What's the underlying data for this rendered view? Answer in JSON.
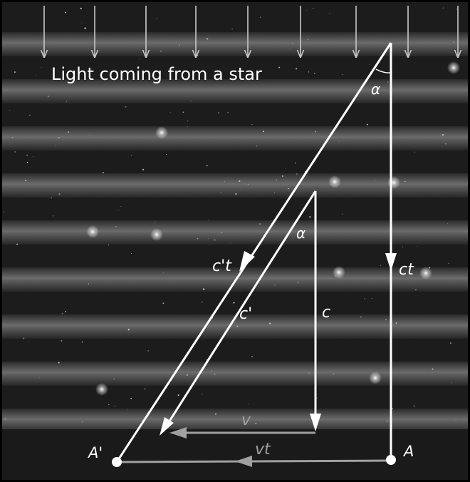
{
  "caption": "Light coming from a star",
  "labels": {
    "alpha_top": "α",
    "alpha_inner": "α",
    "ct": "ct",
    "c_prime_t": "c't",
    "c_prime": "c'",
    "c": "c",
    "v": "v",
    "vt": "vt",
    "A": "A",
    "A_prime": "A'"
  },
  "colors": {
    "background": "#1c1c1c",
    "band": "#5a5a5a",
    "lines": "#ffffff",
    "velocity_lines": "#a0a0a0",
    "border": "#000000"
  }
}
